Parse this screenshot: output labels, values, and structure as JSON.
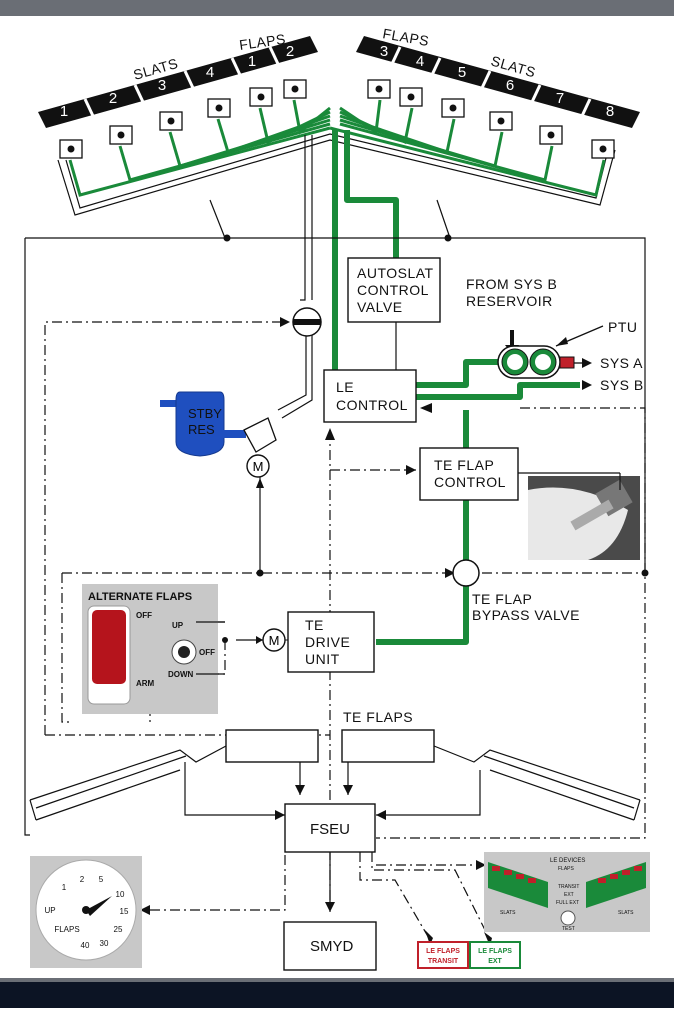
{
  "labels": {
    "slats_left": "SLATS",
    "flaps_left": "FLAPS",
    "flaps_right": "FLAPS",
    "slats_right": "SLATS",
    "left_numbers": [
      "1",
      "2",
      "3",
      "4",
      "1",
      "2"
    ],
    "right_numbers": [
      "3",
      "4",
      "5",
      "6",
      "7",
      "8"
    ],
    "autoslat": [
      "AUTOSLAT",
      "CONTROL",
      "VALVE"
    ],
    "from_sys_b": [
      "FROM SYS B",
      "RESERVOIR"
    ],
    "ptu": "PTU",
    "sys_a": "SYS A",
    "sys_b": "SYS B",
    "stby_res": [
      "STBY",
      "RES"
    ],
    "le_control": [
      "LE",
      "CONTROL"
    ],
    "motor": "M",
    "te_flap_control": [
      "TE FLAP",
      "CONTROL"
    ],
    "te_bypass": [
      "TE FLAP",
      "BYPASS VALVE"
    ],
    "te_drive": [
      "TE",
      "DRIVE",
      "UNIT"
    ],
    "te_flaps": "TE FLAPS",
    "fseu": "FSEU",
    "smyd": "SMYD",
    "alt_flaps": {
      "title": "ALTERNATE FLAPS",
      "off": "OFF",
      "arm": "ARM",
      "up": "UP",
      "off2": "OFF",
      "down": "DOWN"
    },
    "gauge": {
      "ticks": [
        "1",
        "2",
        "5",
        "10",
        "15",
        "25",
        "30",
        "40"
      ],
      "up": "UP",
      "flaps": "FLAPS"
    },
    "le_devices": {
      "title": "LE DEVICES",
      "sub": "FLAPS",
      "transit": "TRANSIT",
      "ext": "EXT",
      "full_ext": "FULL EXT",
      "slats_l": "SLATS",
      "slats_r": "SLATS",
      "test": "TEST"
    },
    "le_transit": [
      "LE FLAPS",
      "TRANSIT"
    ],
    "le_ext": [
      "LE FLAPS",
      "EXT"
    ]
  },
  "colors": {
    "hydraulic": "#1a8a3a",
    "standby": "#1f4fbf",
    "sys_a": "#c0202a",
    "panel_gray": "#c8c8c8"
  }
}
